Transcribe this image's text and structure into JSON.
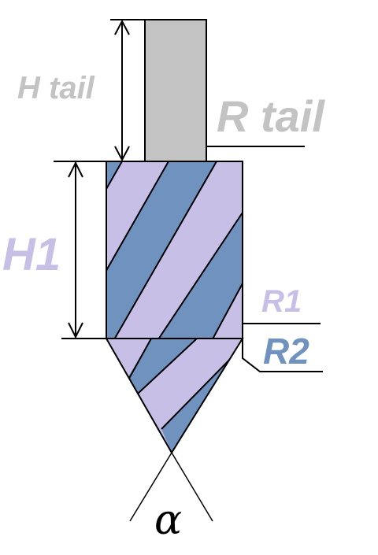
{
  "labels": {
    "h_tail": "H tail",
    "r_tail": "R tail",
    "h1": "H1",
    "r1": "R1",
    "r2": "R2",
    "angle": "α"
  },
  "colors": {
    "tail_gray": "#c3c3c3",
    "label_gray": "#c3c3c3",
    "light_purple": "#c8bfe7",
    "blue": "#7092be",
    "line": "#000000"
  }
}
